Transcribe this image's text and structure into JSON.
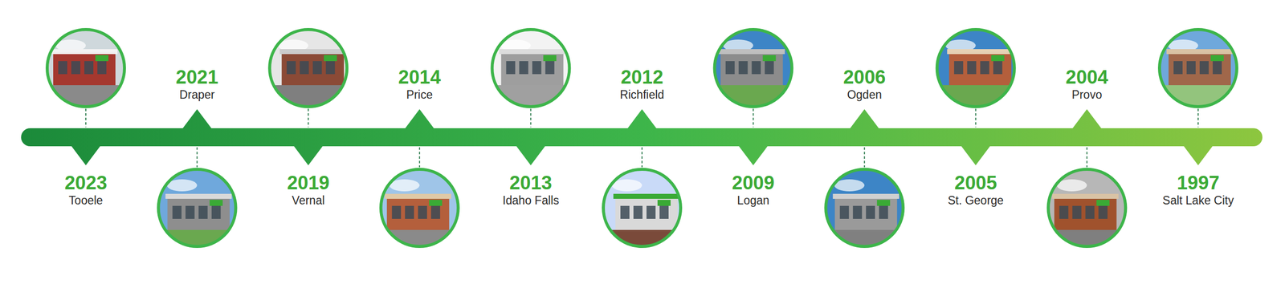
{
  "diagram": {
    "labels": [
      "2023",
      "Tooele",
      "2021",
      "Draper",
      "2019",
      "Vernal",
      "2014",
      "Price",
      "2013",
      "Idaho Falls",
      "2012",
      "Richfield",
      "2009",
      "Logan",
      "2006",
      "Ogden",
      "2005",
      "St. George",
      "2004",
      "Provo",
      "1997",
      "Salt Lake City"
    ]
  }
}
